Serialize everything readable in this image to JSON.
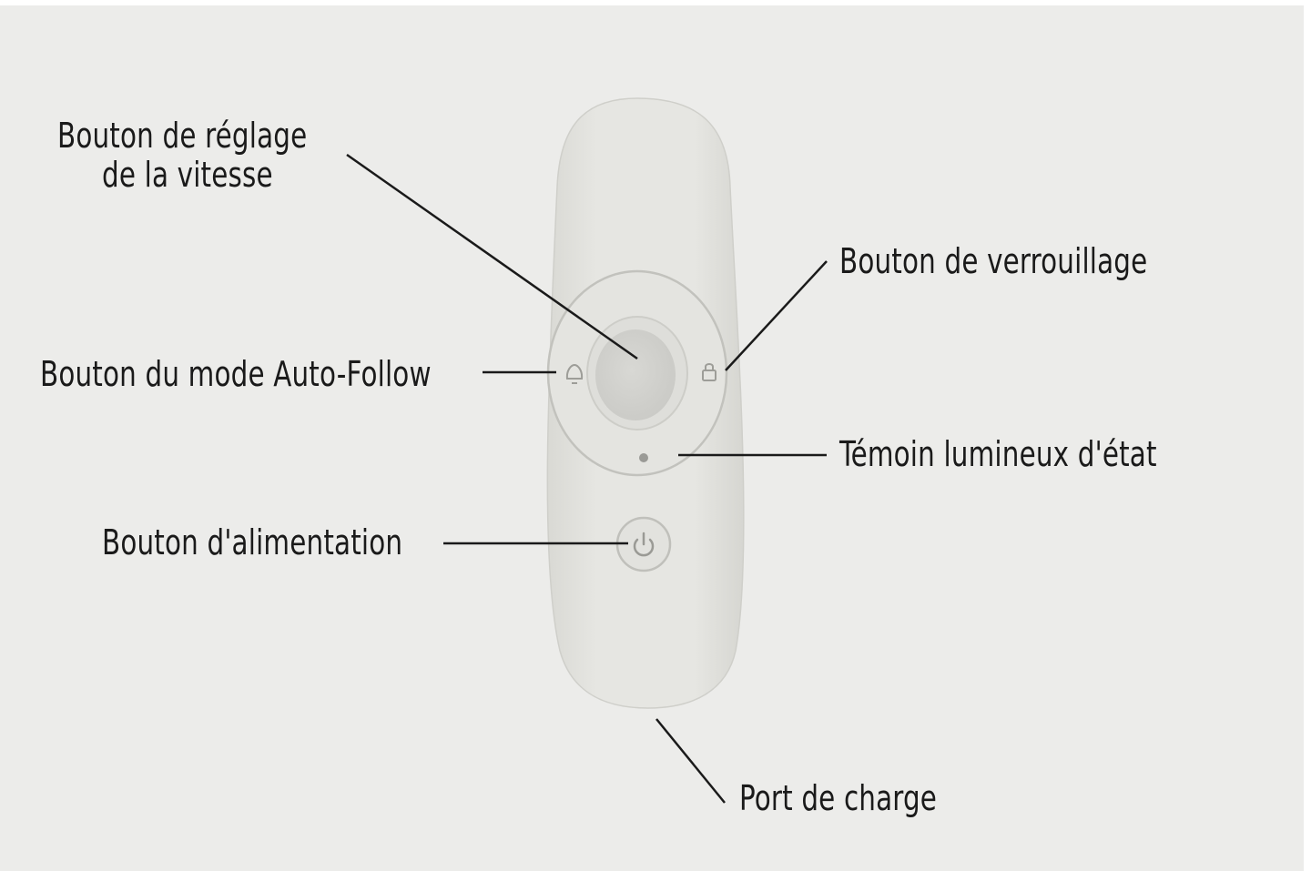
{
  "labels": {
    "speed_button": [
      "Bouton de réglage",
      "de la vitesse"
    ],
    "lock_button": "Bouton de verrouillage",
    "auto_follow_button": "Bouton du mode Auto-Follow",
    "status_light": "Témoin lumineux d'état",
    "power_button": "Bouton d'alimentation",
    "charging_port": "Port de charge"
  },
  "icons": [
    "auto-follow-icon",
    "lock-icon",
    "power-icon",
    "status-led"
  ],
  "colors": {
    "background": "#ececea",
    "remote_body": "#e2e2dd",
    "joystick": "#d4d4d0",
    "text": "#1a1a1a",
    "leader_line": "#1a1a1a"
  }
}
